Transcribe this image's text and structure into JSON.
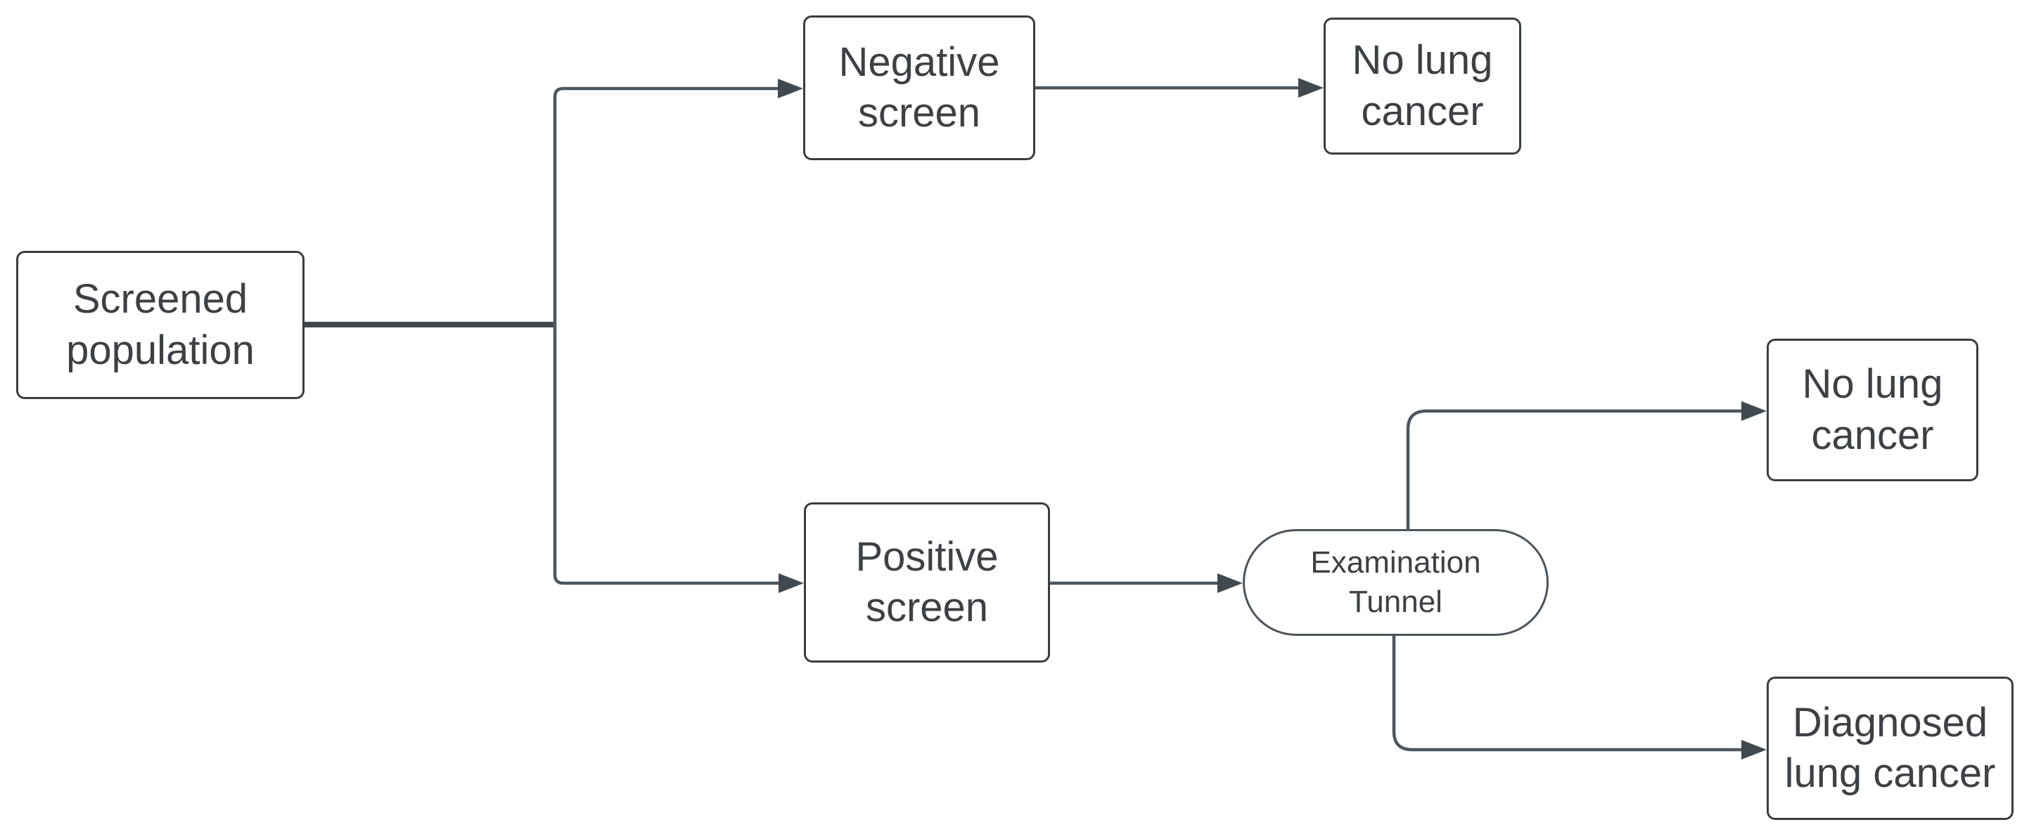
{
  "diagram": {
    "type": "flowchart",
    "background": "#ffffff",
    "nodes": [
      {
        "id": "screened-population",
        "label": "Screened\npopulation",
        "shape": "rectangle"
      },
      {
        "id": "negative-screen",
        "label": "Negative\nscreen",
        "shape": "rectangle"
      },
      {
        "id": "no-lung-cancer-1",
        "label": "No lung\ncancer",
        "shape": "rectangle"
      },
      {
        "id": "positive-screen",
        "label": "Positive\nscreen",
        "shape": "rectangle"
      },
      {
        "id": "examination-tunnel",
        "label": "Examination\nTunnel",
        "shape": "stadium"
      },
      {
        "id": "no-lung-cancer-2",
        "label": "No lung\ncancer",
        "shape": "rectangle"
      },
      {
        "id": "diagnosed-lung-cancer",
        "label": "Diagnosed\nlung cancer",
        "shape": "rectangle"
      }
    ],
    "edges": [
      {
        "from": "screened-population",
        "to": "negative-screen",
        "arrow": true
      },
      {
        "from": "screened-population",
        "to": "positive-screen",
        "arrow": true
      },
      {
        "from": "negative-screen",
        "to": "no-lung-cancer-1",
        "arrow": true
      },
      {
        "from": "positive-screen",
        "to": "examination-tunnel",
        "arrow": true
      },
      {
        "from": "examination-tunnel",
        "to": "no-lung-cancer-2",
        "arrow": true
      },
      {
        "from": "examination-tunnel",
        "to": "diagnosed-lung-cancer",
        "arrow": true
      }
    ],
    "colors": {
      "node_fill": "#ffffff",
      "node_border": "#393d41",
      "stadium_border": "#4b545c",
      "text": "#3d4145",
      "connector": "#4d565f",
      "arrowhead": "#414950"
    }
  }
}
